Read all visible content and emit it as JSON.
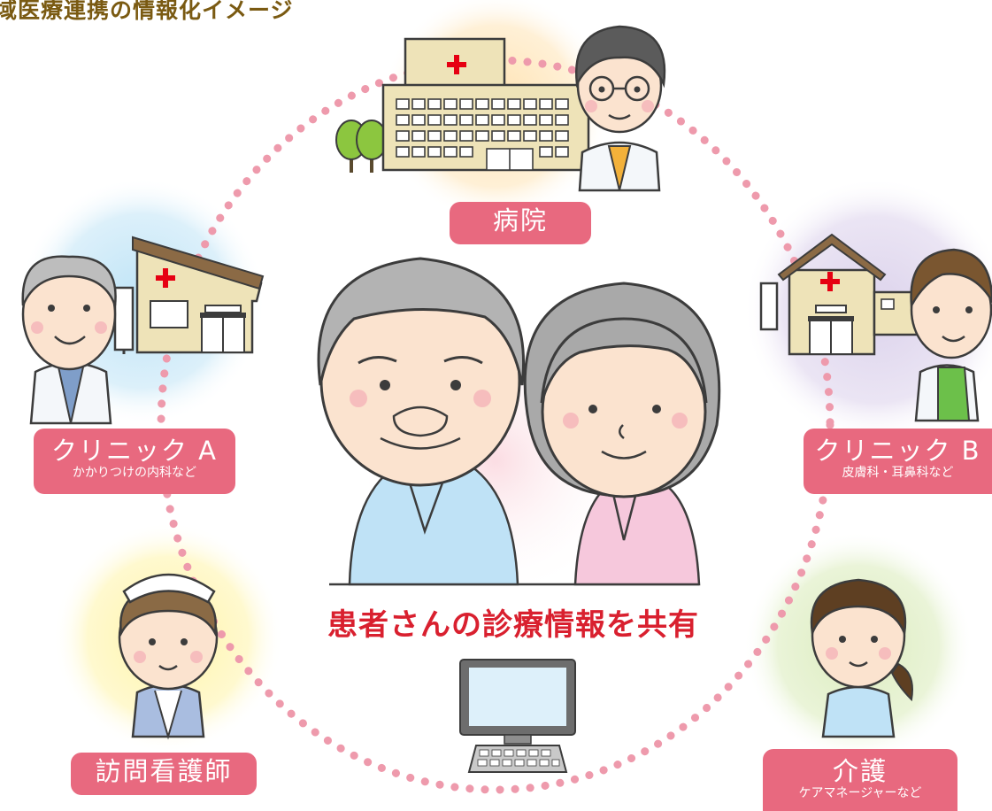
{
  "title": "域医療連携の情報化イメージ",
  "center_caption": "患者さんの診療情報を共有",
  "nodes": {
    "hospital": {
      "label": "病院"
    },
    "clinic_a": {
      "label": "クリニック A",
      "sub": "かかりつけの内科など"
    },
    "clinic_b": {
      "label": "クリニック B",
      "sub": "皮膚科・耳鼻科など"
    },
    "nurse": {
      "label": "訪問看護師"
    },
    "care": {
      "label": "介護",
      "sub": "ケアマネージャーなど"
    }
  },
  "colors": {
    "label_bg": "#e8697f",
    "caption": "#d9202f",
    "dots": "#ee9aac",
    "title": "#7a5a12",
    "cross": "#e60012"
  }
}
